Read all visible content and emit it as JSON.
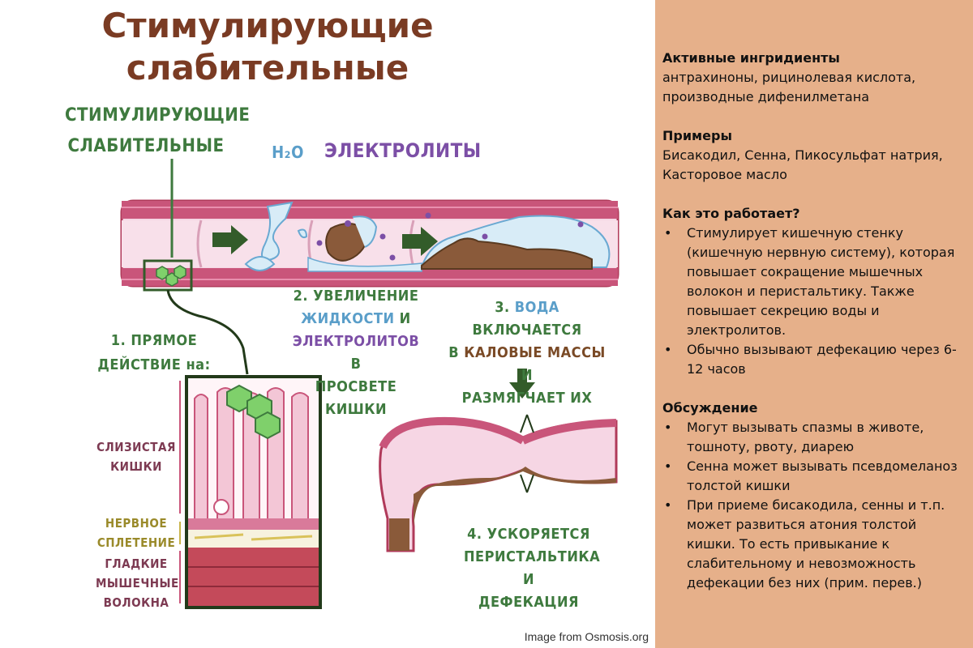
{
  "title": [
    "Стимулирующие",
    "слабительные"
  ],
  "labels": {
    "drug": [
      "СТИМУЛИРУЮЩИЕ",
      "СЛАБИТЕЛЬНЫЕ"
    ],
    "h2o": "H₂O",
    "electrolytes": "ЭЛЕКТРОЛИТЫ",
    "step1": [
      "1. ПРЯМОЕ",
      "ДЕЙСТВИЕ на:"
    ],
    "step2": {
      "a": "2. УВЕЛИЧЕНИЕ",
      "b1": "ЖИДКОСТИ",
      "b2": " И",
      "c": "ЭЛЕКТРОЛИТОВ",
      "c2": " В",
      "d": "ПРОСВЕТЕ КИШКИ"
    },
    "step3": {
      "a1": "3. ",
      "a2": "ВОДА",
      "a3": " ВКЛЮЧАЕТСЯ",
      "b1": "В ",
      "b2": "КАЛОВЫЕ МАССЫ",
      "b3": " И",
      "c": "РАЗМЯГЧАЕТ ИХ"
    },
    "step4": [
      "4. УСКОРЯЕТСЯ",
      "ПЕРИСТАЛЬТИКА И",
      "ДЕФЕКАЦИЯ"
    ],
    "mucosa": [
      "СЛИЗИСТАЯ",
      "КИШКИ"
    ],
    "plexus": [
      "НЕРВНОЕ",
      "СПЛЕТЕНИЕ"
    ],
    "muscle": [
      "ГЛАДКИЕ",
      "МЫШЕЧНЫЕ",
      "ВОЛОКНА"
    ]
  },
  "credit": "Image from Osmosis.org",
  "info": {
    "ingredients": {
      "heading": "Активные ингридиенты",
      "text": "антрахиноны, рицинолевая кислота, производные дифенилметана"
    },
    "examples": {
      "heading": "Примеры",
      "text": "Бисакодил, Сенна, Пикосульфат натрия, Касторовое масло"
    },
    "how": {
      "heading": "Как это работает?",
      "items": [
        "Стимулирует кишечную стенку (кишечную нервную систему), которая повышает сокращение мышечных волокон и перистальтику. Также повышает секрецию воды и электролитов.",
        "Обычно вызывают дефекацию через 6-12 часов"
      ]
    },
    "discussion": {
      "heading": "Обсуждение",
      "items": [
        "Могут вызывать спазмы в животе, тошноту, рвоту, диарею",
        "Сенна может вызывать псевдомеланоз толстой кишки",
        "При приеме бисакодила, сенны и т.п. может развиться атония толстой кишки. То есть привыкание к слабительному и невозможность дефекации без них (прим. перев.)"
      ]
    }
  },
  "colors": {
    "panel": "#e6b08a",
    "title": "#7a3b23",
    "green": "#3e7a3e",
    "purple": "#7c4fa6",
    "blue": "#5a9ec9",
    "gutWall": "#b03a5a",
    "gutLumen": "#f6d6e4",
    "stool": "#8a5a3a"
  }
}
